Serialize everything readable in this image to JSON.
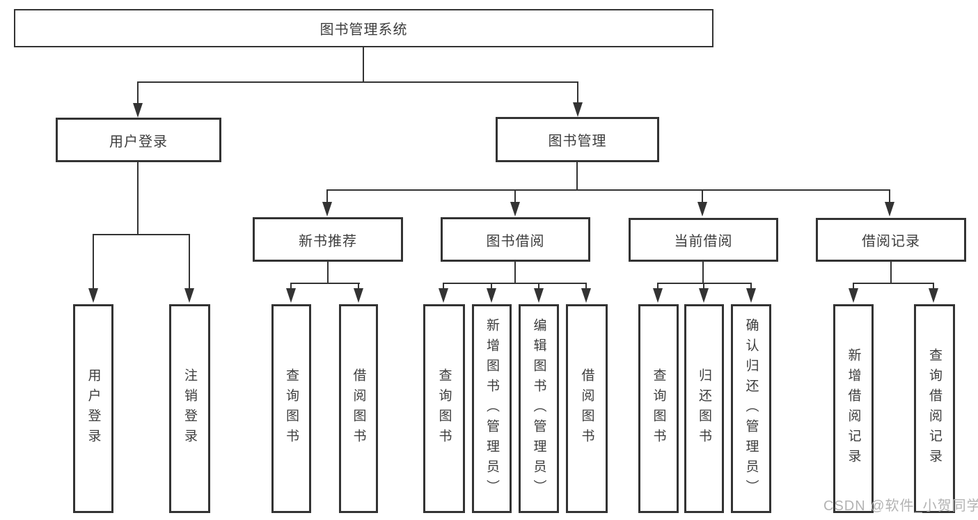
{
  "diagram": {
    "nodes": {
      "root": {
        "label": "图书管理系统"
      },
      "user_login": {
        "label": "用户登录"
      },
      "book_mgmt": {
        "label": "图书管理"
      },
      "new_book_rec": {
        "label": "新书推荐"
      },
      "book_borrow": {
        "label": "图书借阅"
      },
      "current_borrow": {
        "label": "当前借阅"
      },
      "borrow_records": {
        "label": "借阅记录"
      }
    },
    "leaves": [
      {
        "label": "用户登录"
      },
      {
        "label": "注销登录"
      },
      {
        "label": "查询图书"
      },
      {
        "label": "借阅图书"
      },
      {
        "label": "查询图书"
      },
      {
        "label": "新增图书（管理员）"
      },
      {
        "label": "编辑图书（管理员）"
      },
      {
        "label": "借阅图书"
      },
      {
        "label": "查询图书"
      },
      {
        "label": "归还图书"
      },
      {
        "label": "确认归还（管理员）"
      },
      {
        "label": "新增借阅记录"
      },
      {
        "label": "查询借阅记录"
      }
    ],
    "colors": {
      "line": "#333333",
      "text": "#3d3d3d",
      "background": "#ffffff",
      "watermark": "#b3b3b3"
    }
  },
  "watermark": {
    "text": "CSDN @软件_小贺同学"
  }
}
